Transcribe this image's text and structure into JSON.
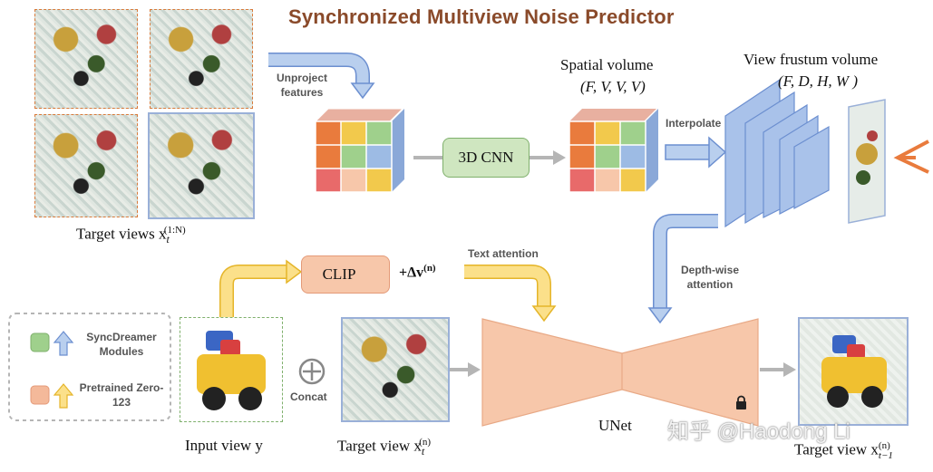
{
  "title": "Synchronized Multiview Noise Predictor",
  "labels": {
    "target_views": "Target views x",
    "target_views_sup": "(1:N)",
    "target_views_sub": "t",
    "unproject": "Unproject features",
    "spatial_volume": "Spatial volume",
    "spatial_dims": "(F, V, V, V)",
    "cnn": "3D CNN",
    "interpolate": "Interpolate",
    "frustum_volume": "View frustum volume",
    "frustum_dims": "(F, D, H, W )",
    "clip": "CLIP",
    "delta_v": "+Δv",
    "delta_v_sup": "(n)",
    "text_attention": "Text attention",
    "depth_attention": "Depth-wise attention",
    "concat": "Concat",
    "unet": "UNet",
    "input_view": "Input view y",
    "target_view_t": "Target view x",
    "target_view_t_sup": "(n)",
    "target_view_t_sub": "t",
    "target_view_t1": "Target view x",
    "target_view_t1_sup": "(n)",
    "target_view_t1_sub": "t−1",
    "watermark": "知乎 @Haodong Li"
  },
  "legend": {
    "items": [
      {
        "label": "SyncDreamer Modules",
        "color": "#9fd08c",
        "arrow_color": "#6c8fd0"
      },
      {
        "label": "Pretrained Zero-123",
        "color": "#f4b99a",
        "arrow_color": "#f2c94c"
      }
    ]
  },
  "colors": {
    "title": "#8a4a2a",
    "cnn_fill": "#cfe6c0",
    "clip_fill": "#f7c7aa",
    "unet_fill": "#f7c7aa",
    "blue_arrow": "#9dbbe4",
    "yellow_arrow": "#f7d66b",
    "gray_arrow": "#b5b5b5"
  }
}
